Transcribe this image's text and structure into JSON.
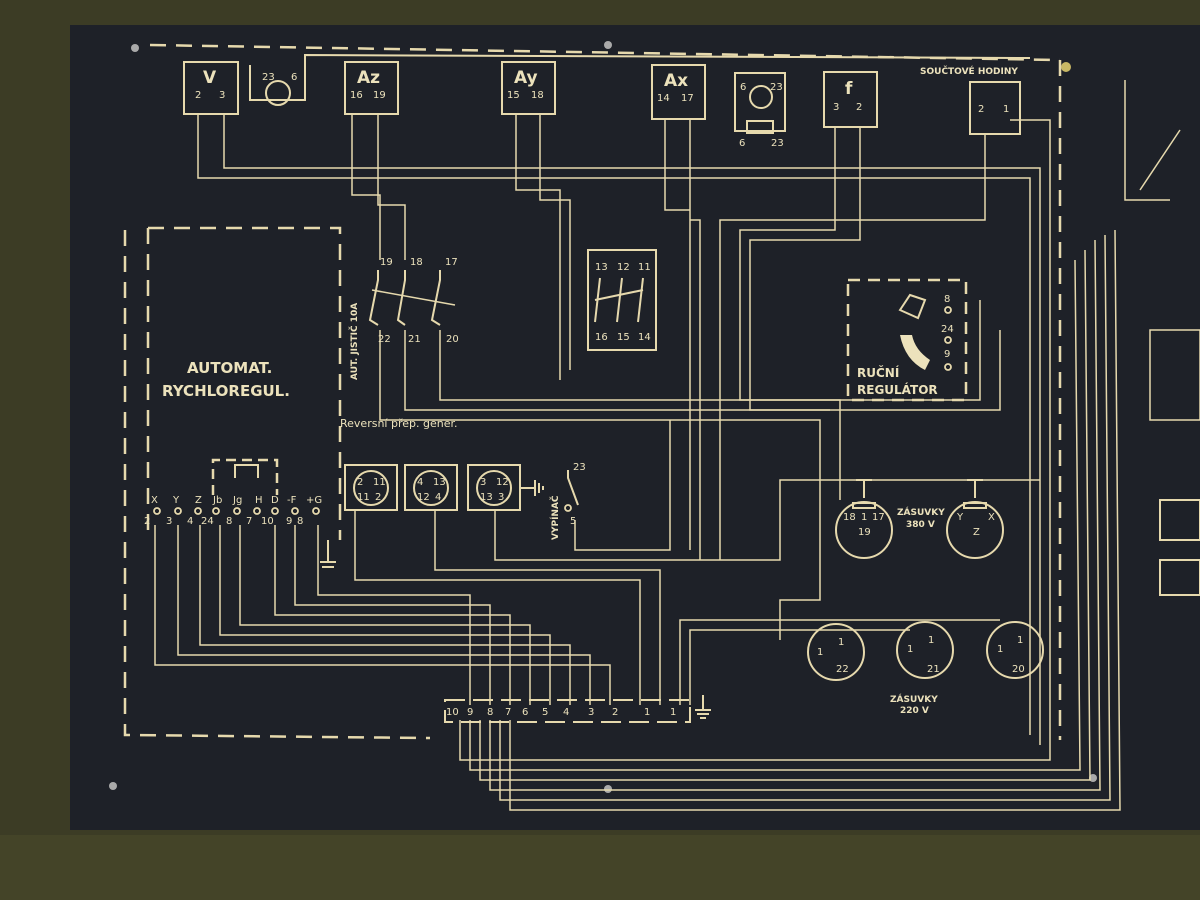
{
  "meters": {
    "v": {
      "label": "V",
      "pins": [
        "2",
        "3"
      ]
    },
    "az": {
      "label": "Az",
      "pins": [
        "16",
        "19"
      ]
    },
    "ay": {
      "label": "Ay",
      "pins": [
        "15",
        "18"
      ]
    },
    "ax": {
      "label": "Ax",
      "pins": [
        "14",
        "17"
      ]
    },
    "f": {
      "label": "f",
      "pins": [
        "3",
        "2"
      ]
    },
    "hours": {
      "title": "SOUČTOVÉ HODINY",
      "pins": [
        "2",
        "1"
      ]
    }
  },
  "lamps": {
    "left": [
      "23",
      "6"
    ],
    "right": [
      "6",
      "23"
    ],
    "right_bottom": [
      "6",
      "23"
    ]
  },
  "automat": {
    "line1": "AUTOMAT.",
    "line2": "RYCHLOREGUL.",
    "terminals": [
      "X",
      "Y",
      "Z",
      "Jb",
      "Jg",
      "H",
      "D",
      "-F",
      "+G"
    ],
    "numbers": [
      "2",
      "3",
      "4",
      "24",
      "8",
      "7",
      "10",
      "9",
      "8"
    ]
  },
  "breaker": {
    "label": "AUT. JISTIČ 10A",
    "top": [
      "19",
      "18",
      "17"
    ],
    "bottom": [
      "22",
      "21",
      "20"
    ]
  },
  "relay": {
    "top": [
      "13",
      "12",
      "11"
    ],
    "bottom": [
      "16",
      "15",
      "14"
    ]
  },
  "reverse_switch": {
    "label": "Reversní přep. gener.",
    "units": [
      [
        "2",
        "11",
        "11",
        "2"
      ],
      [
        "4",
        "13",
        "12",
        "4"
      ],
      [
        "3",
        "12",
        "13",
        "3"
      ]
    ]
  },
  "main_switch": {
    "label": "VYPÍNAČ",
    "pins": [
      "23",
      "5"
    ]
  },
  "manual_regulator": {
    "line1": "RUČNÍ",
    "line2": "REGULÁTOR",
    "pins": [
      "8",
      "24",
      "9"
    ]
  },
  "sockets_380": {
    "label1": "ZÁSUVKY",
    "label2": "380 V",
    "left_pins": [
      "18",
      "1",
      "17",
      "19"
    ],
    "right_pins": [
      "Y",
      "X",
      "Z"
    ]
  },
  "sockets_220": {
    "label1": "ZÁSUVKY",
    "label2": "220 V",
    "sockets": [
      [
        "1",
        "1",
        "22"
      ],
      [
        "1",
        "1",
        "21"
      ],
      [
        "1",
        "1",
        "20"
      ]
    ]
  },
  "terminal_strip": [
    "10",
    "9",
    "8",
    "7",
    "6",
    "5",
    "4",
    "3",
    "2",
    "1",
    "1"
  ]
}
